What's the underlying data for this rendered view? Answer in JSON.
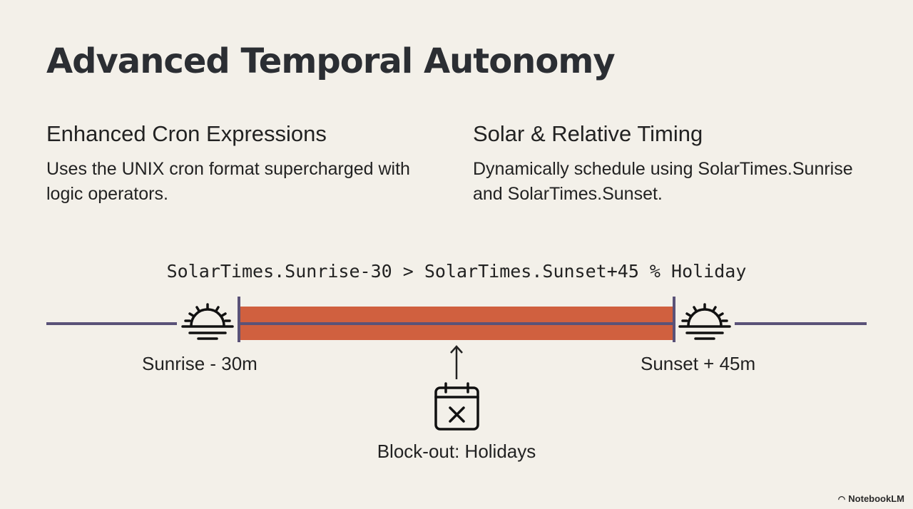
{
  "title": "Advanced Temporal Autonomy",
  "left": {
    "heading": "Enhanced Cron Expressions",
    "body": "Uses the UNIX cron format supercharged with logic operators."
  },
  "right": {
    "heading": "Solar & Relative Timing",
    "body": "Dynamically schedule using SolarTimes.Sunrise and SolarTimes.Sunset."
  },
  "diagram": {
    "expression": "SolarTimes.Sunrise-30 > SolarTimes.Sunset+45 % Holiday",
    "start_label": "Sunrise - 30m",
    "end_label": "Sunset + 45m",
    "blockout_label": "Block-out: Holidays",
    "colors": {
      "bar": "#d0603f",
      "line": "#5a5278"
    }
  },
  "brand": "NotebookLM"
}
